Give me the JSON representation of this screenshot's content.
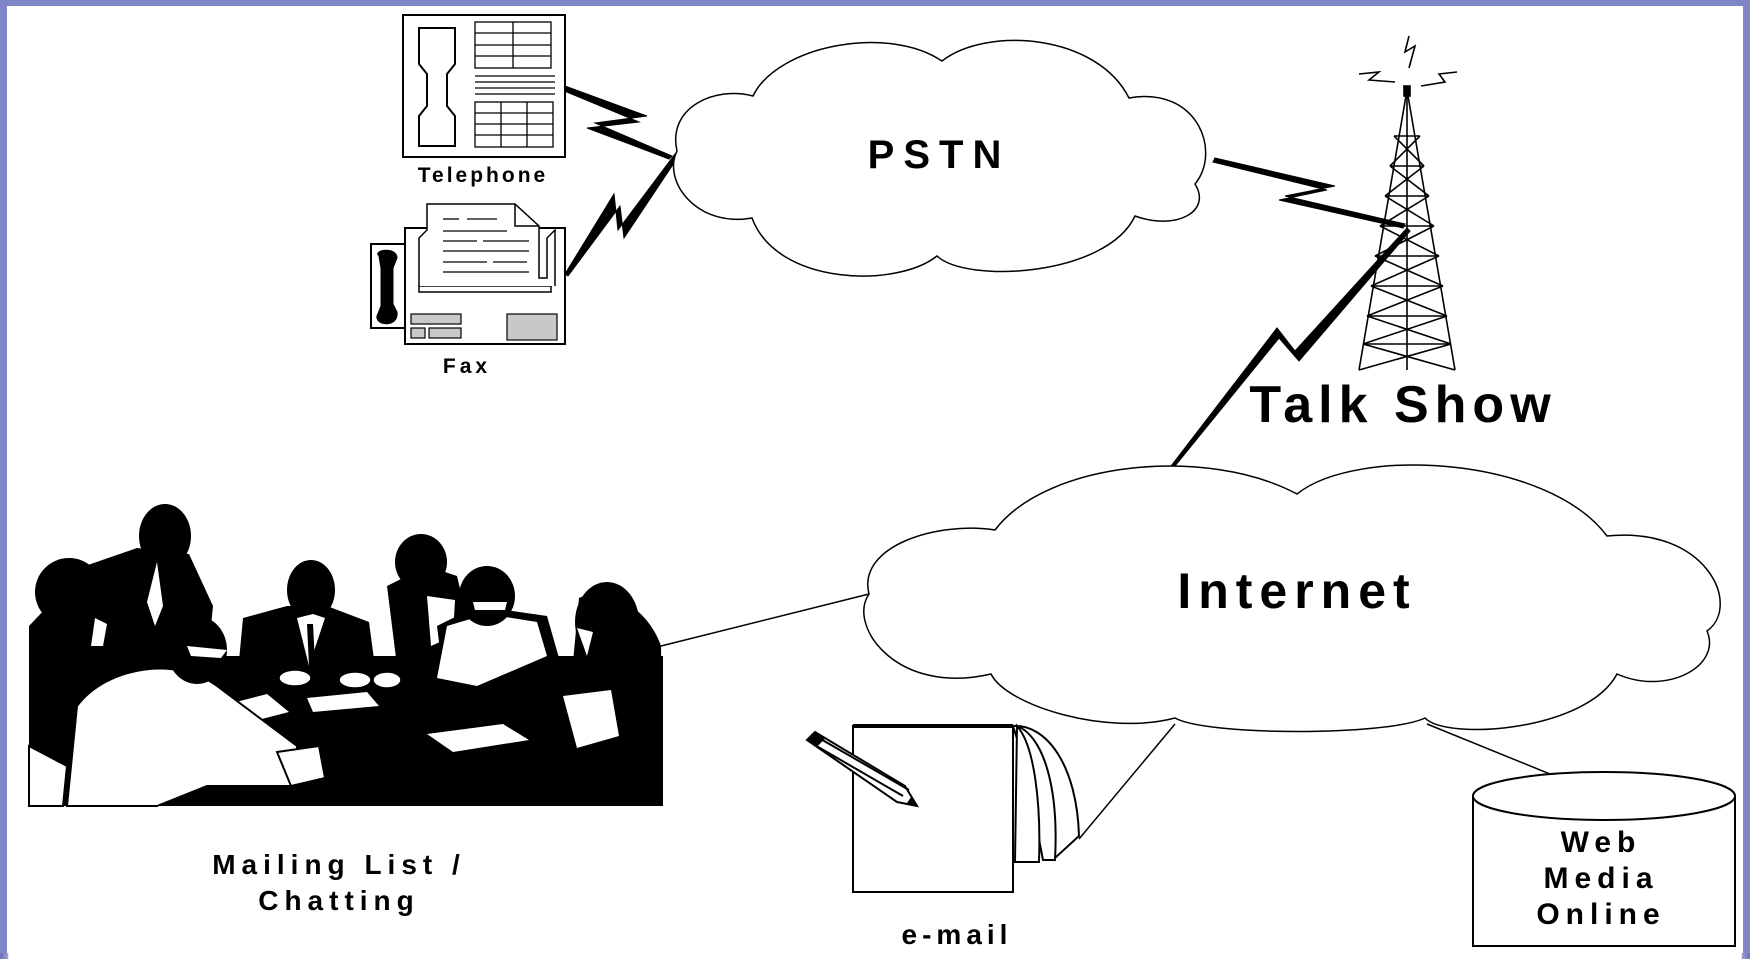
{
  "diagram": {
    "clouds": {
      "pstn": "PSTN",
      "internet": "Internet"
    },
    "devices": {
      "telephone": "Telephone",
      "fax": "Fax",
      "talk_show": "Talk Show",
      "mailing_list_line1": "Mailing List /",
      "mailing_list_line2": "Chatting",
      "email": "e-mail",
      "web_line1": "Web",
      "web_line2": "Media",
      "web_line3": "Online"
    },
    "icons": [
      "telephone-icon",
      "fax-icon",
      "radio-tower-icon",
      "meeting-people-icon",
      "notepad-pencil-icon",
      "database-cylinder-icon"
    ],
    "colors": {
      "frame": "#8087c8",
      "ink": "#000000",
      "panel": "#ffffff",
      "gray": "#c8c8c8"
    }
  }
}
